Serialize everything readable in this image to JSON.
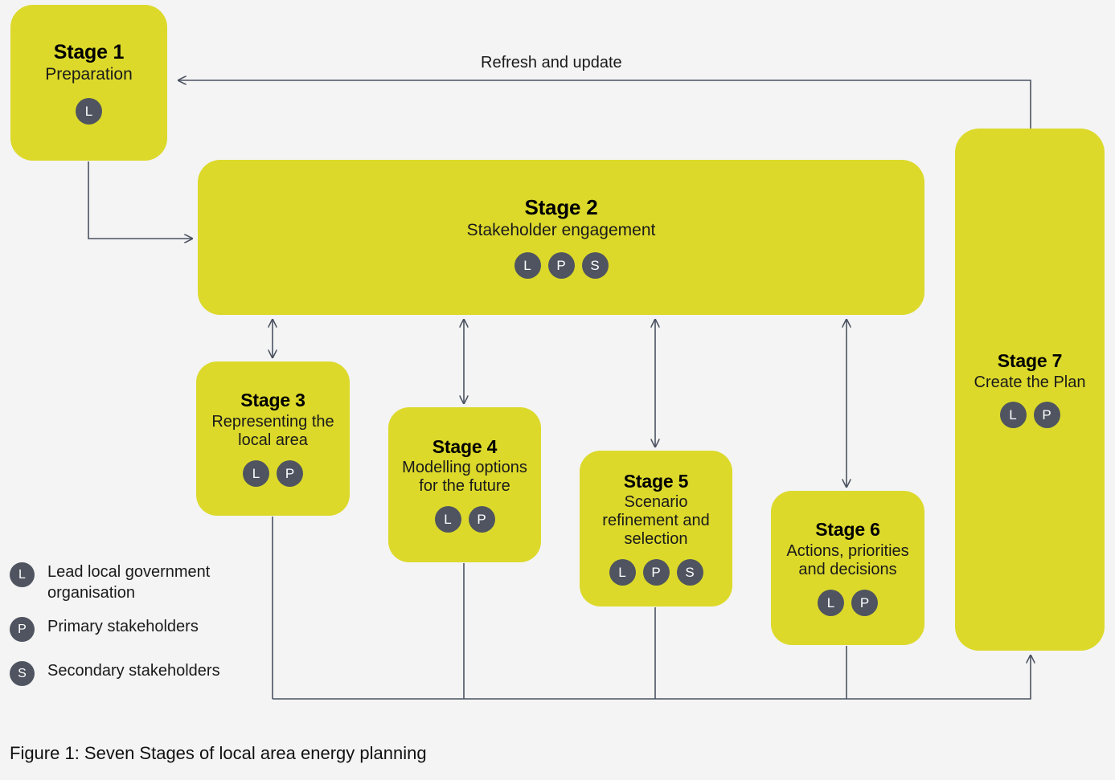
{
  "figure": {
    "caption": "Figure 1: Seven Stages of local area energy planning",
    "background_color": "#f4f4f4",
    "box_color": "#dcd92b",
    "badge_color": "#4f5460",
    "line_color": "#4a5160"
  },
  "flow": {
    "refresh_label": "Refresh and update"
  },
  "stages": [
    {
      "id": "stage-1",
      "title": "Stage 1",
      "subtitle": "Preparation",
      "badges": [
        "L"
      ]
    },
    {
      "id": "stage-2",
      "title": "Stage 2",
      "subtitle": "Stakeholder engagement",
      "badges": [
        "L",
        "P",
        "S"
      ]
    },
    {
      "id": "stage-3",
      "title": "Stage 3",
      "subtitle": "Representing the local area",
      "badges": [
        "L",
        "P"
      ]
    },
    {
      "id": "stage-4",
      "title": "Stage 4",
      "subtitle": "Modelling options for the future",
      "badges": [
        "L",
        "P"
      ]
    },
    {
      "id": "stage-5",
      "title": "Stage 5",
      "subtitle": "Scenario refinement and selection",
      "badges": [
        "L",
        "P",
        "S"
      ]
    },
    {
      "id": "stage-6",
      "title": "Stage 6",
      "subtitle": "Actions, priorities and decisions",
      "badges": [
        "L",
        "P"
      ]
    },
    {
      "id": "stage-7",
      "title": "Stage 7",
      "subtitle": "Create the Plan",
      "badges": [
        "L",
        "P"
      ]
    }
  ],
  "legend": [
    {
      "key": "L",
      "label": "Lead local government organisation"
    },
    {
      "key": "P",
      "label": "Primary stakeholders"
    },
    {
      "key": "S",
      "label": "Secondary stakeholders"
    }
  ]
}
